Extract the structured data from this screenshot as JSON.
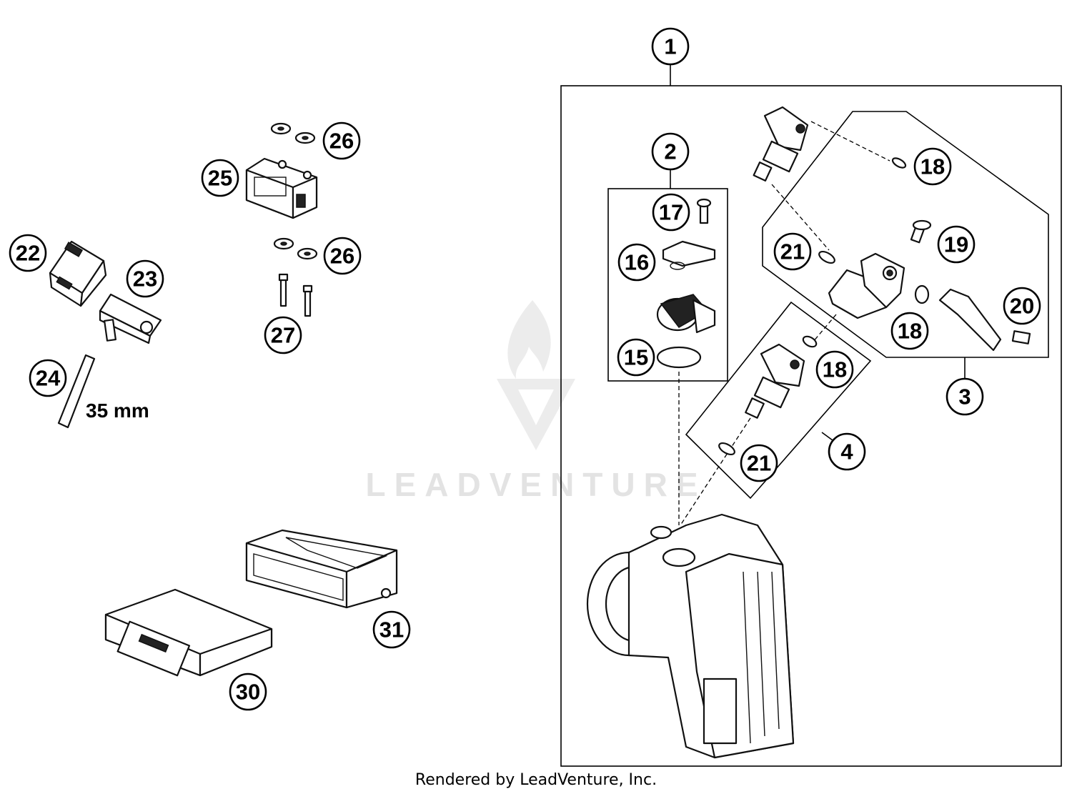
{
  "callouts": {
    "c1": "1",
    "c2": "2",
    "c3": "3",
    "c4": "4",
    "c15": "15",
    "c16": "16",
    "c17": "17",
    "c18a": "18",
    "c18b": "18",
    "c18c": "18",
    "c19": "19",
    "c20": "20",
    "c21a": "21",
    "c21b": "21",
    "c22": "22",
    "c23": "23",
    "c24": "24",
    "c25": "25",
    "c26a": "26",
    "c26b": "26",
    "c27": "27",
    "c30": "30",
    "c31": "31"
  },
  "hose_length_label": "35 mm",
  "watermark": "LEADVENTURE",
  "footer": "Rendered by LeadVenture, Inc."
}
